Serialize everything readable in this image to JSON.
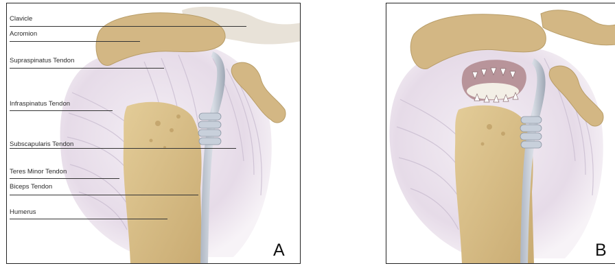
{
  "panel_a": {
    "letter": "A",
    "labels": {
      "clavicle": "Clavicle",
      "acromion": "Acromion",
      "supraspinatus": "Supraspinatus Tendon",
      "infraspinatus": "Infraspinatus Tendon",
      "subscapularis": "Subscapularis Tendon",
      "teres_minor": "Teres Minor Tendon",
      "biceps": "Biceps Tendon",
      "humerus": "Humerus"
    }
  },
  "panel_b": {
    "letter": "B"
  },
  "colors": {
    "bone": "#d8bf8e",
    "tendon": "#ece6ee",
    "tendon_stripe": "#c9bdd0",
    "border": "#222222"
  }
}
